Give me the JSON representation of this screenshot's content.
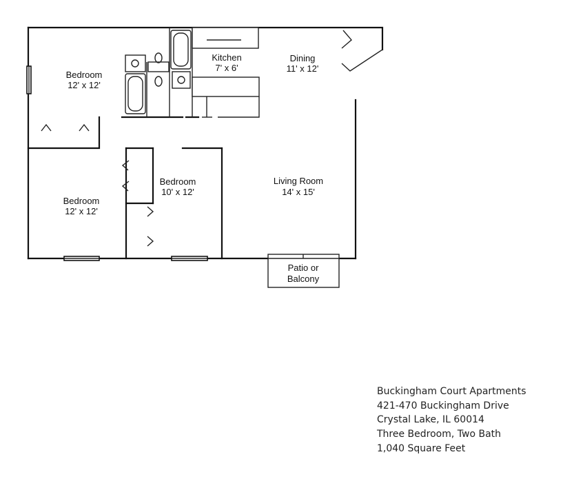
{
  "rooms": {
    "bedroom_1": {
      "name": "Bedroom",
      "size": "12' x 12'"
    },
    "kitchen": {
      "name": "Kitchen",
      "size": "7' x 6'"
    },
    "dining": {
      "name": "Dining",
      "size": "11' x 12'"
    },
    "bedroom_2": {
      "name": "Bedroom",
      "size": "12' x 12'"
    },
    "bedroom_3": {
      "name": "Bedroom",
      "size": "10' x 12'"
    },
    "living_room": {
      "name": "Living Room",
      "size": "14' x 15'"
    },
    "patio": {
      "line1": "Patio or",
      "line2": "Balcony"
    }
  },
  "info": {
    "property": "Buckingham Court Apartments",
    "address": "421-470 Buckingham Drive",
    "city": "Crystal Lake, IL 60014",
    "layout": "Three Bedroom, Two Bath",
    "area": "1,040 Square Feet"
  }
}
